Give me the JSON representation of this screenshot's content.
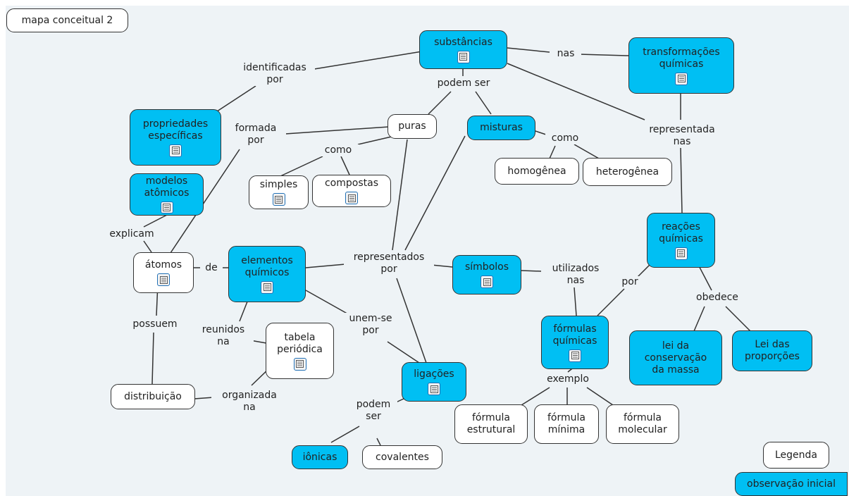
{
  "map_title": "mapa conceitual 2",
  "colors": {
    "cyan_node": "#00bff3",
    "white_node": "#ffffff",
    "background": "#eef3f6"
  },
  "concepts": {
    "substancias": "substâncias",
    "transformacoes": "transformações\nquímicas",
    "propriedades": "propriedades\nespecíficas",
    "modelos": "modelos\natômicos",
    "puras": "puras",
    "misturas": "misturas",
    "homogenea": "homogênea",
    "heterogenea": "heterogênea",
    "simples": "simples",
    "compostas": "compostas",
    "atomos": "átomos",
    "elementos": "elementos\nquímicos",
    "simbolos": "símbolos",
    "reacoes": "reações\nquímicas",
    "tabela": "tabela\nperiódica",
    "distribuicao": "distribuição",
    "ligacoes": "ligações",
    "formulas": "fórmulas\nquímicas",
    "lei_massa": "lei da\nconservação\nda massa",
    "lei_proporcoes": "Lei das\nproporções",
    "ionicas": "iônicas",
    "covalentes": "covalentes",
    "formula_estrutural": "fórmula\nestrutural",
    "formula_minima": "fórmula\nmínima",
    "formula_molecular": "fórmula\nmolecular"
  },
  "linking_phrases": {
    "identificadas": "identificadas\npor",
    "nas_top": "nas",
    "podem_ser": "podem ser",
    "formada_por": "formada\npor",
    "como_puras": "como",
    "como_misturas": "como",
    "representada_nas": "representada\nnas",
    "explicam": "explicam",
    "de": "de",
    "representados_por": "representados\npor",
    "utilizados_nas": "utilizados\nnas",
    "possuem": "possuem",
    "reunidos_na": "reunidos\nna",
    "unem_se_por": "unem-se\npor",
    "por_reacoes": "por",
    "obedece": "obedece",
    "organizada_na": "organizada\nna",
    "podem_ser_lig": "podem\nser",
    "exemplo": "exemplo"
  },
  "legend": {
    "title": "Legenda",
    "initial_observation": "observação inicial"
  },
  "icon_name": "document-icon"
}
